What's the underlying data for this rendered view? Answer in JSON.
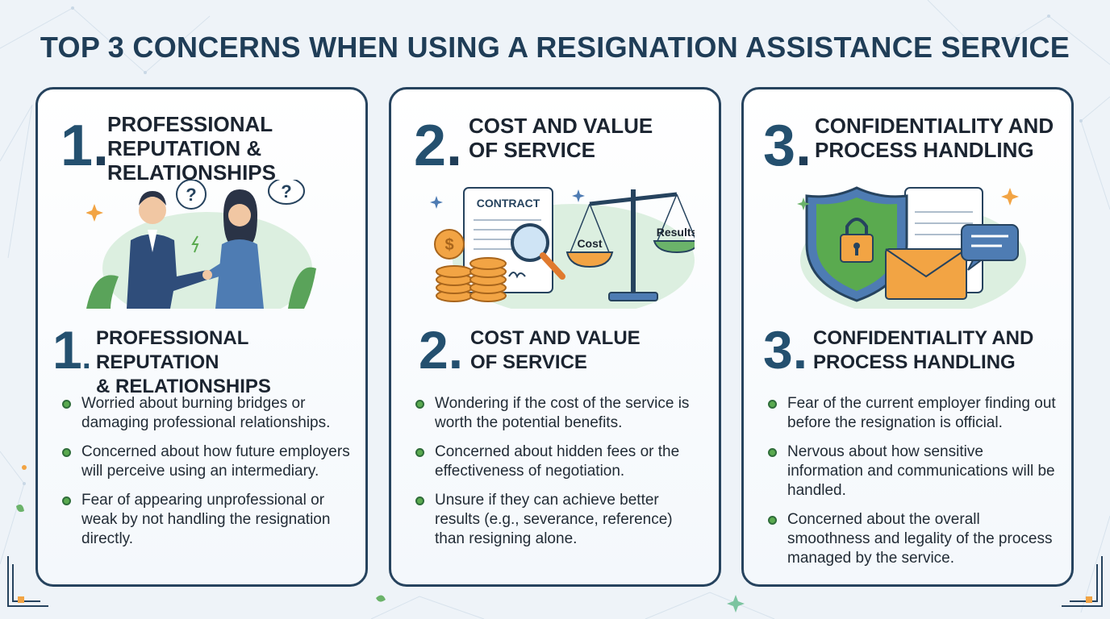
{
  "title": "TOP 3 CONCERNS WHEN USING A RESIGNATION ASSISTANCE SERVICE",
  "colors": {
    "navy": "#1f3d57",
    "accent_green": "#5aaa4f",
    "accent_orange": "#f2a444"
  },
  "cards": [
    {
      "number": "1",
      "dot": ".",
      "heading": "PROFESSIONAL\nREPUTATION &\n RELATIONSHIPS",
      "subheading": "PROFESSIONAL REPUTATION\n& RELATIONSHIPS",
      "illustration": "handshake-icon",
      "bullets": [
        "Worried about burning bridges or damaging professional relationships.",
        "Concerned about how future employers will perceive using an intermediary.",
        "Fear of appearing unprofessional or weak by not handling the resignation directly."
      ]
    },
    {
      "number": "2",
      "dot": ".",
      "heading": "COST AND VALUE\nOF SERVICE",
      "subheading": "COST AND VALUE\nOF SERVICE",
      "illustration": "scale-icon",
      "labels": {
        "contract": "CONTRACT",
        "cost": "Cost",
        "results": "Results"
      },
      "bullets": [
        "Wondering if the cost of the service is worth the potential benefits.",
        "Concerned about hidden fees or the effectiveness of negotiation.",
        "Unsure if they can achieve better results (e.g., severance, reference) than resigning alone."
      ]
    },
    {
      "number": "3",
      "dot": ".",
      "heading": "CONFIDENTIALITY AND\nPROCESS HANDLING",
      "subheading": "CONFIDENTIALITY AND\nPROCESS HANDLING",
      "illustration": "shield-lock-icon",
      "bullets": [
        "Fear of the current employer finding out before the resignation is official.",
        "Nervous about how sensitive information and communications will be handled.",
        "Concerned about the overall smoothness and legality of the process managed by the service."
      ]
    }
  ]
}
